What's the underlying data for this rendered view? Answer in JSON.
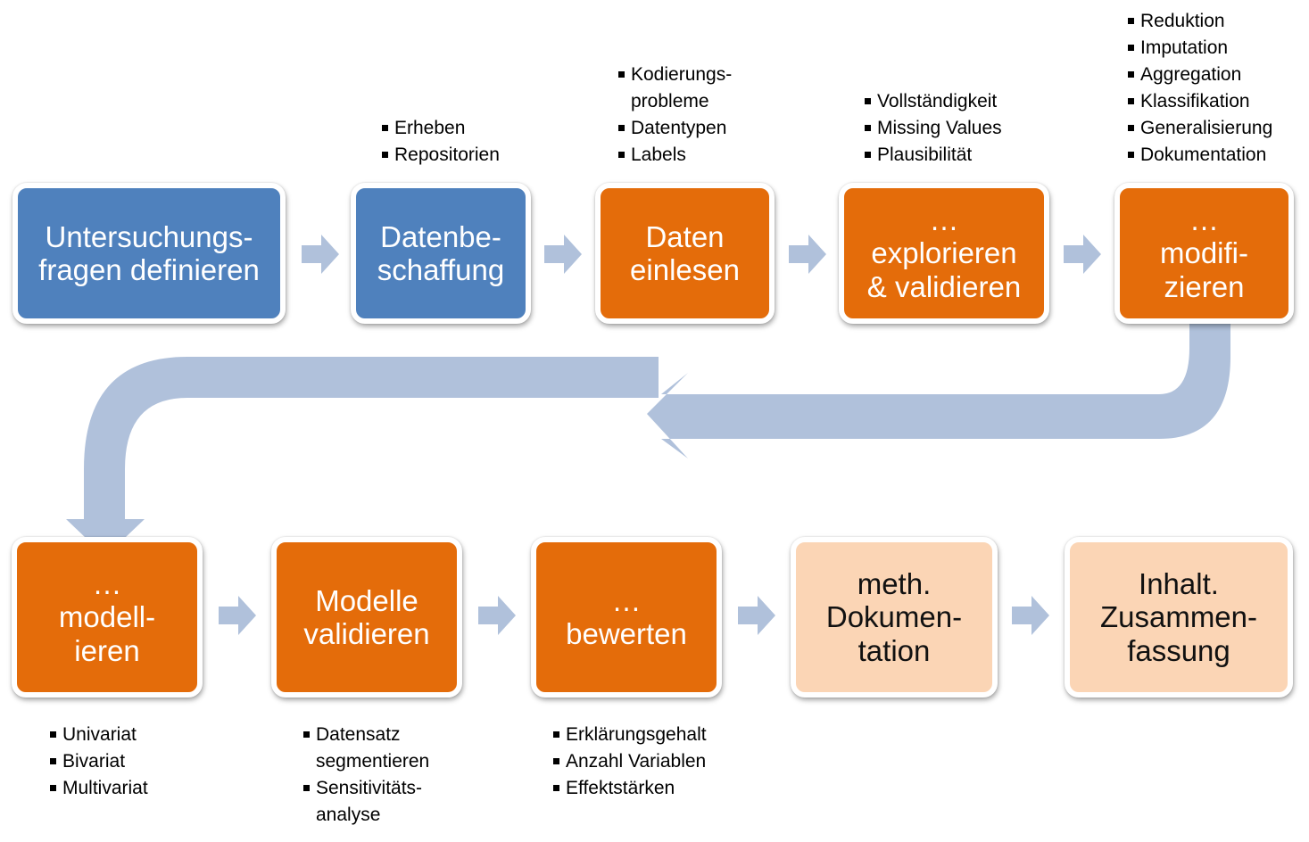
{
  "diagram_title": "",
  "colors": {
    "step_blue": "#4f81bd",
    "step_orange": "#e46c0a",
    "step_peach": "#fbd5b5",
    "arrow": "#b0c1db"
  },
  "row1": [
    {
      "id": "s1",
      "label": "Untersuchungs-\nfragen definieren",
      "style": "blue",
      "bullets": []
    },
    {
      "id": "s2",
      "label": "Datenbe-\nschaffung",
      "style": "blue",
      "bullets": [
        "Erheben",
        "Repositorien"
      ]
    },
    {
      "id": "s3",
      "label": "Daten\neinlesen",
      "style": "orange",
      "bullets": [
        "Kodierungs-\nprobleme",
        "Datentypen",
        "Labels"
      ]
    },
    {
      "id": "s4",
      "label": "…\nexplorieren\n& validieren",
      "style": "orange",
      "bullets": [
        "Vollständigkeit",
        "Missing Values",
        "Plausibilität"
      ]
    },
    {
      "id": "s5",
      "label": "…\nmodifi-\nzieren",
      "style": "orange",
      "bullets": [
        "Reduktion",
        "Imputation",
        "Aggregation",
        "Klassifikation",
        "Generalisierung",
        "Dokumentation"
      ]
    }
  ],
  "row2": [
    {
      "id": "s6",
      "label": "…\nmodell-\nieren",
      "style": "orange",
      "bullets": [
        "Univariat",
        "Bivariat",
        "Multivariat"
      ]
    },
    {
      "id": "s7",
      "label": "Modelle\nvalidieren",
      "style": "orange",
      "bullets": [
        "Datensatz\nsegmentieren",
        "Sensitivitäts-\nanalyse"
      ]
    },
    {
      "id": "s8",
      "label": "…\nbewerten",
      "style": "orange",
      "bullets": [
        "Erklärungsgehalt",
        "Anzahl Variablen",
        "Effektstärken"
      ]
    },
    {
      "id": "s9",
      "label": "meth.\nDokumen-\ntation",
      "style": "peach",
      "bullets": []
    },
    {
      "id": "s10",
      "label": "Inhalt.\nZusammen-\nfassung",
      "style": "peach",
      "bullets": []
    }
  ]
}
